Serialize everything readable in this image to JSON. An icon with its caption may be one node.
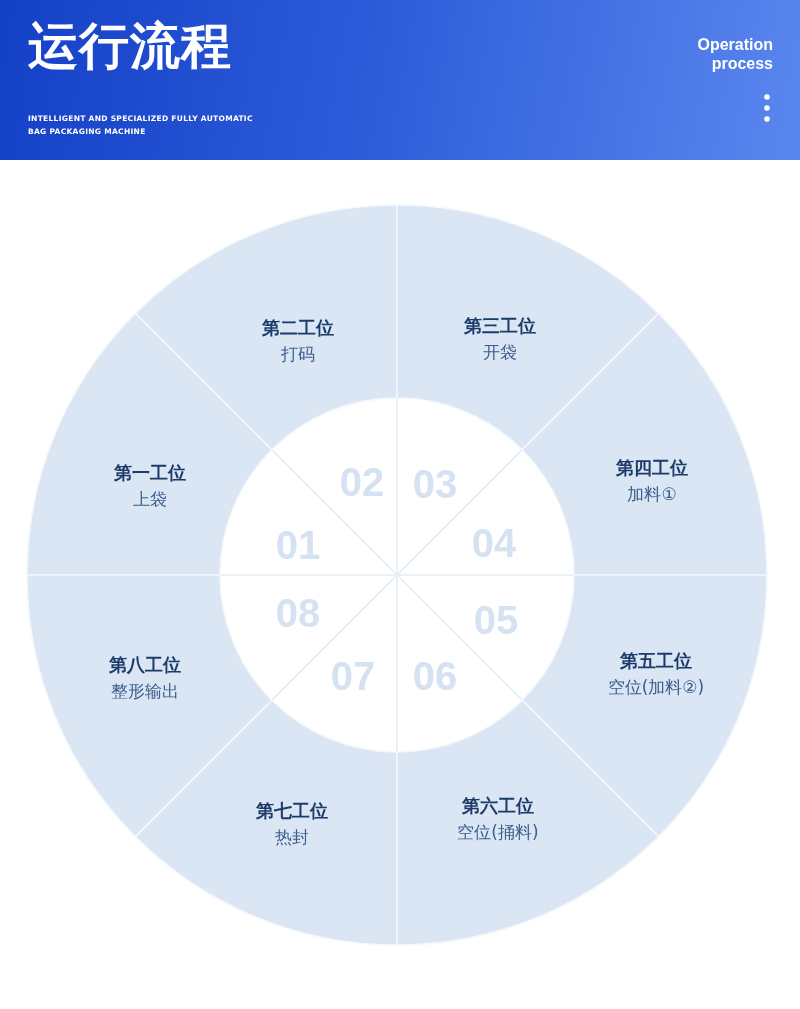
{
  "diagram": {
    "title": "运行流程",
    "nodes": [
      {
        "text": [
          "第一工位",
          "上袋"
        ],
        "beside": [
          "01"
        ]
      },
      {
        "text": [
          "第二工位",
          "打码"
        ],
        "beside": [
          "02"
        ]
      },
      {
        "text": [
          "第三工位",
          "开袋"
        ],
        "beside": [
          "03"
        ]
      },
      {
        "text": [
          "第四工位",
          "加料①"
        ],
        "beside": [
          "04"
        ]
      },
      {
        "text": [
          "第五工位",
          "空位(加料②)"
        ],
        "beside": [
          "05"
        ]
      },
      {
        "text": [
          "第六工位",
          "空位(捅料)"
        ],
        "beside": [
          "06"
        ]
      },
      {
        "text": [
          "第七工位",
          "热封"
        ],
        "beside": [
          "07"
        ]
      },
      {
        "text": [
          "第八工位",
          "整形输出"
        ],
        "beside": [
          "08"
        ]
      }
    ],
    "labels": [
      "Operation process",
      "INTELLIGENT AND SPECIALIZED FULLY AUTOMATIC BAG PACKAGING MACHINE"
    ]
  }
}
